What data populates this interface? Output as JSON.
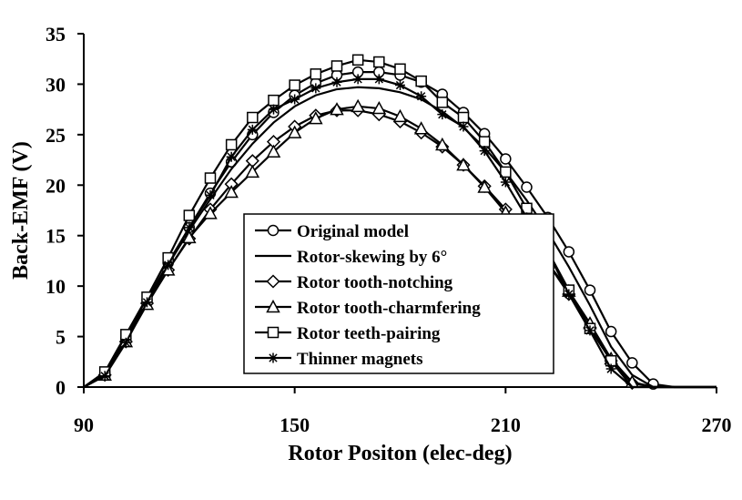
{
  "chart_data": {
    "type": "line",
    "title": "",
    "xlabel": "Rotor Positon (elec-deg)",
    "ylabel": "Back-EMF (V)",
    "xlim": [
      90,
      270
    ],
    "ylim": [
      0,
      35
    ],
    "xticks": [
      90,
      150,
      210,
      270
    ],
    "yticks": [
      0,
      5,
      10,
      15,
      20,
      25,
      30,
      35
    ],
    "grid": false,
    "legend_position": "center-bottom",
    "series": [
      {
        "name": "Original model",
        "marker": "circle",
        "x": [
          90,
          96,
          102,
          108,
          114,
          120,
          126,
          132,
          138,
          144,
          150,
          156,
          162,
          168,
          174,
          180,
          186,
          192,
          198,
          204,
          210,
          216,
          222,
          228,
          234,
          240,
          246,
          252,
          258,
          264,
          270
        ],
        "y": [
          0,
          1.4,
          4.8,
          8.6,
          12.3,
          15.8,
          19.2,
          22.3,
          25.0,
          27.2,
          28.9,
          30.1,
          30.9,
          31.2,
          31.2,
          30.9,
          30.2,
          29.0,
          27.2,
          25.1,
          22.6,
          19.8,
          16.8,
          13.4,
          9.6,
          5.5,
          2.4,
          0.3,
          0,
          0,
          0
        ]
      },
      {
        "name": "Rotor-skewing by 6°",
        "marker": "none",
        "x": [
          90,
          96,
          102,
          108,
          114,
          120,
          126,
          132,
          138,
          144,
          150,
          156,
          162,
          168,
          174,
          180,
          186,
          192,
          198,
          204,
          210,
          216,
          222,
          228,
          234,
          240,
          246,
          252,
          258,
          264,
          270
        ],
        "y": [
          0,
          1.3,
          4.7,
          8.4,
          12.1,
          15.5,
          18.6,
          21.6,
          24.1,
          26.2,
          27.8,
          28.9,
          29.5,
          29.7,
          29.6,
          29.2,
          28.5,
          27.3,
          25.7,
          23.7,
          21.3,
          18.5,
          15.4,
          11.9,
          8.1,
          4.0,
          1.2,
          0,
          0,
          0,
          0
        ]
      },
      {
        "name": "Rotor tooth-notching",
        "marker": "diamond",
        "x": [
          90,
          96,
          102,
          108,
          114,
          120,
          126,
          132,
          138,
          144,
          150,
          156,
          162,
          168,
          174,
          180,
          186,
          192,
          198,
          204,
          210,
          216,
          222,
          228,
          234,
          240,
          246,
          252,
          258,
          264,
          270
        ],
        "y": [
          0,
          1.2,
          4.5,
          8.3,
          11.6,
          14.7,
          17.6,
          20.1,
          22.4,
          24.3,
          25.8,
          26.9,
          27.4,
          27.4,
          27.0,
          26.3,
          25.2,
          23.8,
          22.0,
          19.9,
          17.6,
          15.0,
          12.3,
          9.2,
          5.9,
          2.6,
          0.4,
          0,
          0,
          0,
          0
        ]
      },
      {
        "name": "Rotor tooth-charmfering",
        "marker": "triangle",
        "x": [
          90,
          96,
          102,
          108,
          114,
          120,
          126,
          132,
          138,
          144,
          150,
          156,
          162,
          168,
          174,
          180,
          186,
          192,
          198,
          204,
          210,
          216,
          222,
          228,
          234,
          240,
          246,
          252,
          258,
          264,
          270
        ],
        "y": [
          0,
          1.2,
          4.5,
          8.2,
          11.6,
          14.8,
          17.2,
          19.3,
          21.3,
          23.3,
          25.2,
          26.6,
          27.5,
          27.8,
          27.6,
          26.8,
          25.6,
          24.0,
          22.0,
          19.8,
          17.3,
          14.8,
          12.3,
          9.5,
          6.3,
          2.8,
          0.5,
          0,
          0,
          0,
          0
        ]
      },
      {
        "name": "Rotor teeth-pairing",
        "marker": "square",
        "x": [
          90,
          96,
          102,
          108,
          114,
          120,
          126,
          132,
          138,
          144,
          150,
          156,
          162,
          168,
          174,
          180,
          186,
          192,
          198,
          204,
          210,
          216,
          222,
          228,
          234,
          240,
          246,
          252,
          258,
          264,
          270
        ],
        "y": [
          0,
          1.5,
          5.2,
          8.9,
          12.8,
          17.0,
          20.7,
          24.0,
          26.7,
          28.4,
          29.9,
          31.0,
          31.8,
          32.4,
          32.2,
          31.5,
          30.3,
          28.2,
          26.7,
          24.3,
          21.3,
          17.7,
          13.5,
          9.6,
          5.8,
          2.6,
          0,
          0,
          0,
          0,
          0
        ]
      },
      {
        "name": "Thinner magnets",
        "marker": "asterisk",
        "x": [
          90,
          96,
          102,
          108,
          114,
          120,
          126,
          132,
          138,
          144,
          150,
          156,
          162,
          168,
          174,
          180,
          186,
          192,
          198,
          204,
          210,
          216,
          222,
          228,
          234,
          240,
          246,
          252,
          258,
          264,
          270
        ],
        "y": [
          0,
          1.1,
          4.4,
          8.4,
          12.1,
          15.8,
          19.0,
          22.8,
          25.5,
          27.5,
          28.5,
          29.6,
          30.2,
          30.5,
          30.5,
          29.9,
          28.8,
          27.0,
          25.8,
          23.4,
          20.3,
          16.8,
          13.4,
          9.2,
          5.6,
          1.8,
          0,
          0,
          0,
          0,
          0
        ]
      }
    ]
  }
}
